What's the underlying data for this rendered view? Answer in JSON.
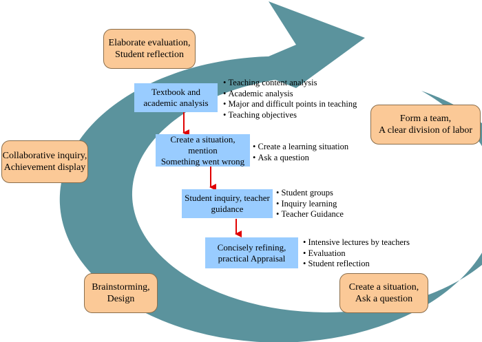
{
  "colors": {
    "cycle_arrow": "#5b939d",
    "cycle_box_fill": "#fbc997",
    "step_box_fill": "#99ccff",
    "connector_arrow": "#e00000"
  },
  "cycle_stages": [
    {
      "id": "top",
      "text": "Elaborate evaluation,\nStudent reflection"
    },
    {
      "id": "right",
      "text": "Form a team,\nA clear division of labor"
    },
    {
      "id": "bottom-right",
      "text": "Create a situation,\nAsk a question"
    },
    {
      "id": "bottom-left",
      "text": "Brainstorming,\nDesign"
    },
    {
      "id": "left",
      "text": "Collaborative inquiry,\nAchievement display"
    }
  ],
  "steps": [
    {
      "title": "Textbook and\nacademic analysis",
      "bullets": [
        "Teaching content analysis",
        "Academic analysis",
        "Major and difficult points in teaching",
        "Teaching objectives"
      ]
    },
    {
      "title": "Create a situation,\nmention\nSomething went wrong",
      "bullets": [
        "Create a learning situation",
        "Ask a question"
      ]
    },
    {
      "title": "Student inquiry, teacher\nguidance",
      "bullets": [
        "Student groups",
        "Inquiry learning",
        "Teacher Guidance"
      ]
    },
    {
      "title": "Concisely refining,\npractical Appraisal",
      "bullets": [
        "Intensive lectures by teachers",
        "Evaluation",
        "Student reflection"
      ]
    }
  ]
}
